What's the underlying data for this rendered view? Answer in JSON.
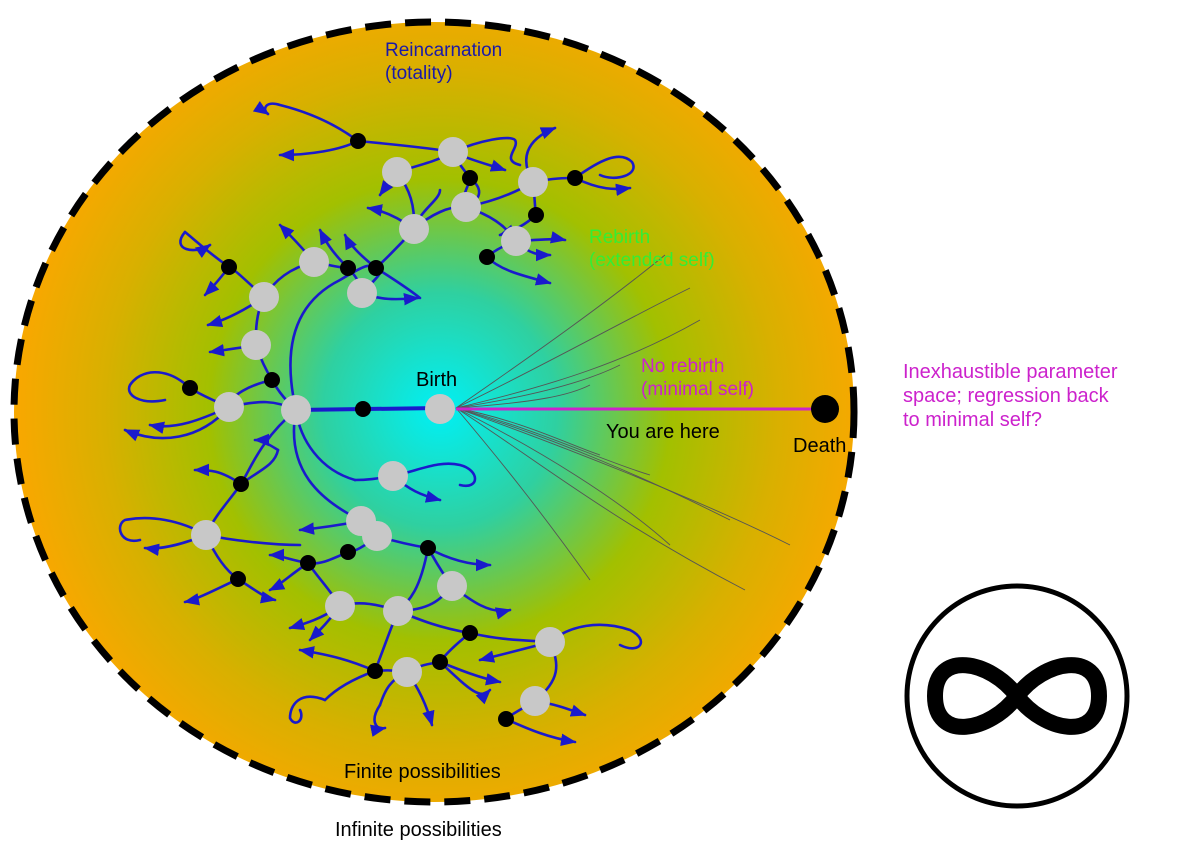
{
  "labels": {
    "reincarnation_1": "Reincarnation",
    "reincarnation_2": "(totality)",
    "rebirth_1": "Rebirth",
    "rebirth_2": "(extended self)",
    "no_rebirth_1": "No rebirth",
    "no_rebirth_2": "(minimal self)",
    "birth": "Birth",
    "you_are_here": "You are here",
    "death": "Death",
    "inexhaustible_1": "Inexhaustible parameter",
    "inexhaustible_2": "space; regression back",
    "inexhaustible_3": "to minimal self?",
    "finite": "Finite possibilities",
    "infinite": "Infinite possibilities",
    "infinity_symbol": "∞"
  },
  "colors": {
    "center": "#00e5f0",
    "middle": "#a8c400",
    "edge": "#f7a800",
    "branch": "#1a1acc",
    "reincarnation_text": "#1a1aa8",
    "rebirth_text": "#33ee33",
    "no_rebirth_text": "#cc22cc",
    "inexhaustible_text": "#cc22cc",
    "node_grey": "#c8c8c8",
    "node_black": "#000000"
  },
  "icons": {
    "infinity": "infinity-icon"
  }
}
